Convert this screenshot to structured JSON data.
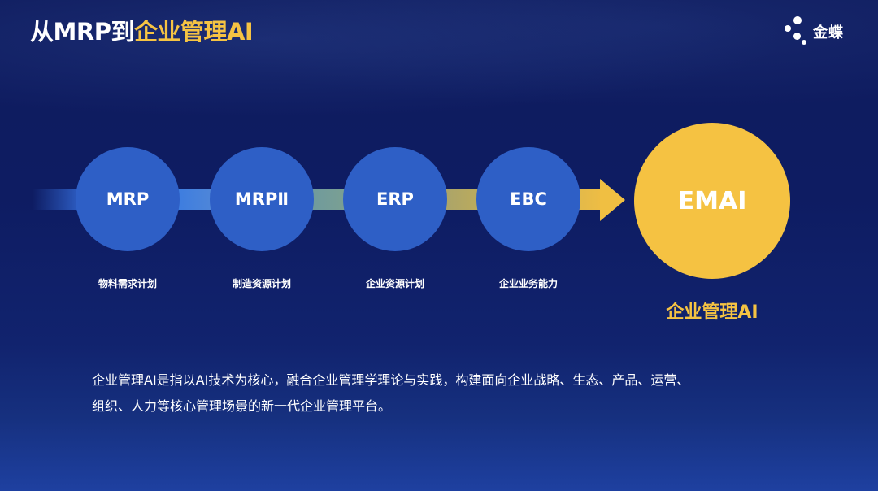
{
  "title": {
    "part_white": "从MRP到",
    "part_yellow": "企业管理AI"
  },
  "logo": {
    "icon": "kingdee-dots-icon",
    "text": "金蝶"
  },
  "colors": {
    "background": "#0f1c5e",
    "circle_blue": "#2e5fc6",
    "accent_yellow": "#f5c242",
    "text": "#ffffff"
  },
  "stages": [
    {
      "label": "MRP",
      "description": "物料需求计划"
    },
    {
      "label": "MRPⅡ",
      "description": "制造资源计划"
    },
    {
      "label": "ERP",
      "description": "企业资源计划"
    },
    {
      "label": "EBC",
      "description": "企业业务能力"
    }
  ],
  "final_stage": {
    "label": "EMAI",
    "description": "企业管理AI"
  },
  "description": {
    "line1": "企业管理AI是指以AI技术为核心，融合企业管理学理论与实践，构建面向企业战略、生态、产品、运营、",
    "line2": "组织、人力等核心管理场景的新一代企业管理平台。"
  }
}
